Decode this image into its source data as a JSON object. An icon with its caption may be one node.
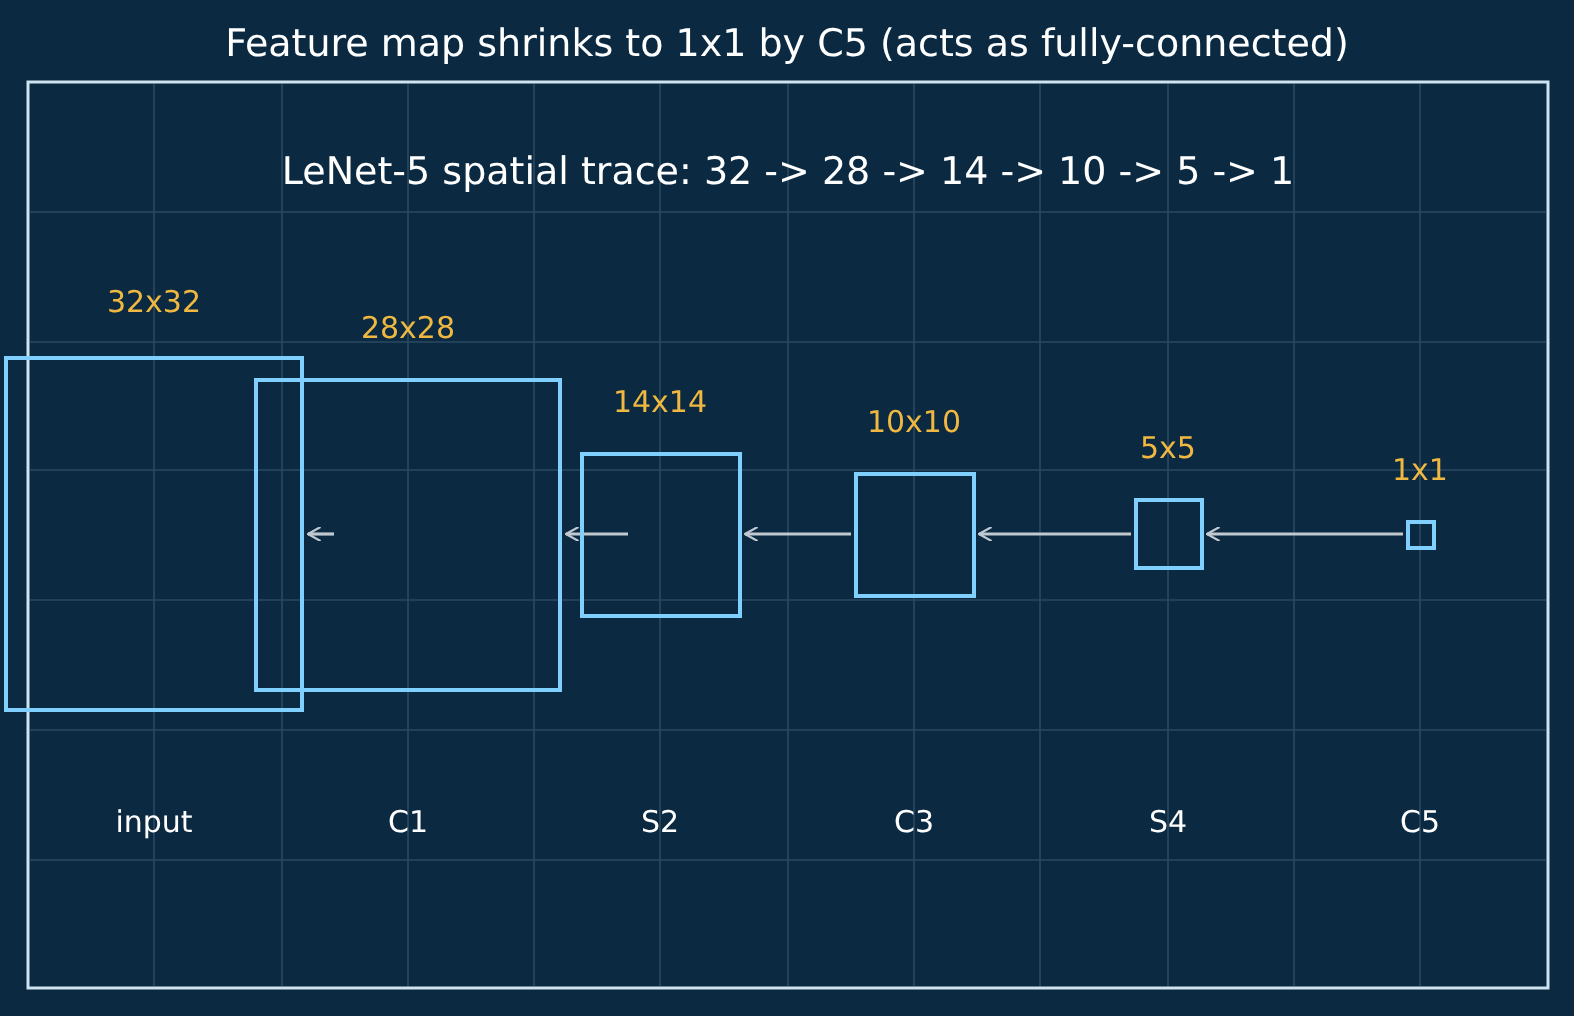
{
  "diagram": {
    "title": "Feature map shrinks to 1x1 by C5 (acts as fully-connected)",
    "nodes": [
      {
        "text": [
          "32x32"
        ]
      },
      {
        "text": [
          "28x28"
        ]
      },
      {
        "text": [
          "14x14"
        ]
      },
      {
        "text": [
          "10x10"
        ]
      },
      {
        "text": [
          "5x5"
        ]
      },
      {
        "text": [
          "1x1"
        ]
      }
    ],
    "edges": [
      {
        "from": 1,
        "to": 0,
        "arrow": "to"
      },
      {
        "from": 2,
        "to": 1,
        "arrow": "to"
      },
      {
        "from": 3,
        "to": 2,
        "arrow": "to"
      },
      {
        "from": 4,
        "to": 3,
        "arrow": "to"
      },
      {
        "from": 5,
        "to": 4,
        "arrow": "to"
      }
    ],
    "labels": [
      "LeNet-5 spatial trace: 32 -> 28 -> 14 -> 10 -> 5 -> 1",
      "input",
      "C1",
      "S2",
      "C3",
      "S4",
      "C5"
    ]
  }
}
